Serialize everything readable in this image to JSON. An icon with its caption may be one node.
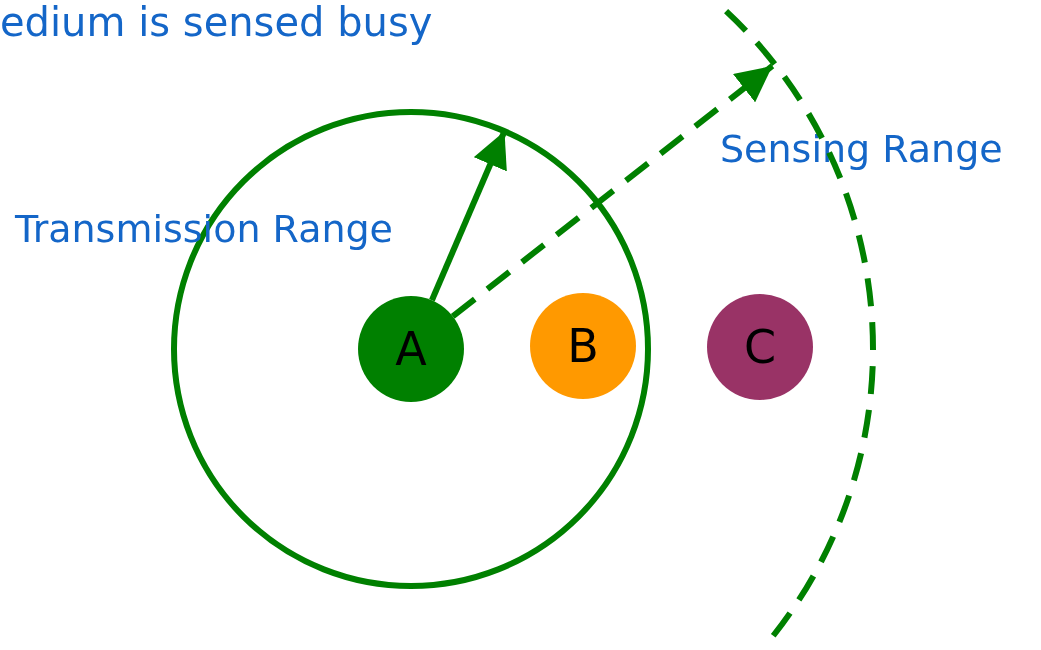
{
  "diagram": {
    "nodes": [
      {
        "text": [],
        "shape": "circle"
      },
      {
        "text": [
          "A"
        ],
        "in": 0
      },
      {
        "text": [
          "B"
        ],
        "in": 0
      },
      {
        "text": [
          "C"
        ]
      },
      {
        "text": [],
        "shape": "arc"
      }
    ],
    "edges": [
      {
        "from": 1,
        "to": 0,
        "arrow": "to"
      },
      {
        "from": 1,
        "to": 4,
        "arrow": "to",
        "style": "dashed"
      }
    ],
    "labels": [
      "edium is sensed busy",
      "Transmission Range",
      "Sensing Range"
    ]
  }
}
